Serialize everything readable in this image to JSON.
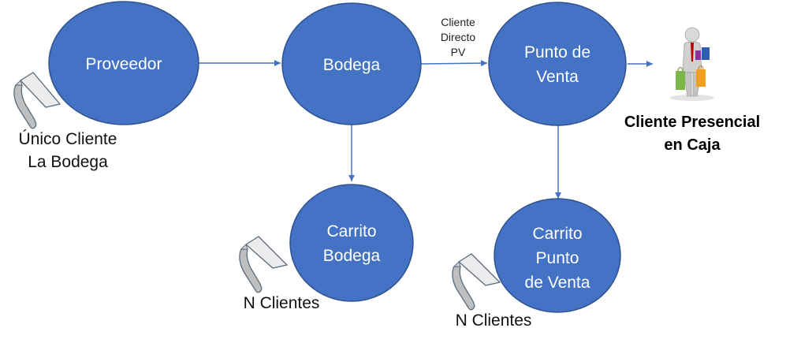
{
  "colors": {
    "node_fill": "#4472C4",
    "node_stroke": "#2F528F",
    "edge": "#4472C4",
    "text_on_node": "#FFFFFF"
  },
  "nodes": {
    "proveedor": {
      "label": "Proveedor"
    },
    "bodega": {
      "label": "Bodega"
    },
    "punto_venta": {
      "label_line1": "Punto de",
      "label_line2": "Venta"
    },
    "carrito_bodega": {
      "label_line1": "Carrito",
      "label_line2": "Bodega"
    },
    "carrito_punto_venta": {
      "label_line1": "Carrito",
      "label_line2": "Punto",
      "label_line3": "de Venta"
    }
  },
  "edge_labels": {
    "bodega_to_pv": {
      "line1": "Cliente",
      "line2": "Directo",
      "line3": "PV"
    }
  },
  "notes": {
    "unico_cliente": {
      "line1": "Único Cliente",
      "line2": "La Bodega"
    },
    "n_clientes_bodega": "N Clientes",
    "n_clientes_pv": "N Clientes",
    "cliente_presencial": {
      "line1": "Cliente Presencial",
      "line2": "en Caja"
    }
  },
  "icons": {
    "person": "shopper-with-bags-icon",
    "tag": "page-curl-note-icon"
  }
}
